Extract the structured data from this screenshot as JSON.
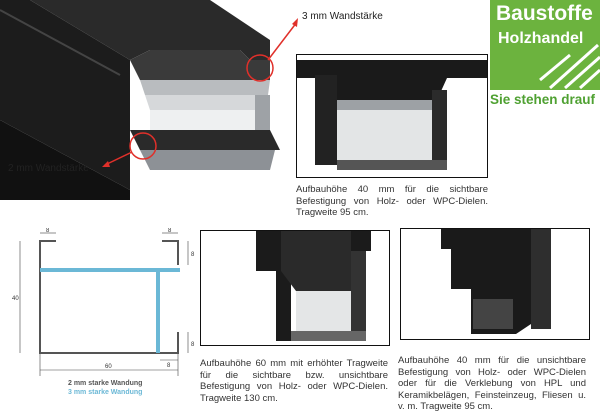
{
  "hero": {
    "label_3mm": "3 mm Wandstärke",
    "label_2mm": "2 mm Wandstärke",
    "accent_color": "#e0302a"
  },
  "logo": {
    "line1": "Baustoffe",
    "line2": "Holzhandel",
    "slogan": "Sie stehen drauf",
    "color": "#6cb33e"
  },
  "products": [
    {
      "caption": "Aufbauhöhe 40 mm für die sichtbare Befestigung von Holz- oder WPC-Dielen. Tragweite 95 cm."
    },
    {
      "caption": "Aufbauhöhe 60 mm mit erhöhter Tragweite für die sichtbare bzw. unsichtbare Befestigung von Holz- oder WPC-Dielen. Tragweite 130 cm."
    },
    {
      "caption": "Aufbauhöhe 40 mm für die unsichtbare Befestigung von Holz- oder WPC-Dielen oder für die Verklebung von HPL und Keramikbelägen, Feinsteinzeug, Fliesen u. v. m. Tragweite 95 cm."
    }
  ],
  "diagram": {
    "dimensions": {
      "top_left": "8",
      "top_right": "8",
      "right_upper": "8",
      "height": "40",
      "right_lower": "8",
      "bottom_right": "8",
      "width": "60"
    },
    "legend": [
      {
        "label": "2 mm starke Wandung",
        "color": "#555555"
      },
      {
        "label": "3 mm starke Wandung",
        "color": "#6bb8d6"
      }
    ]
  }
}
